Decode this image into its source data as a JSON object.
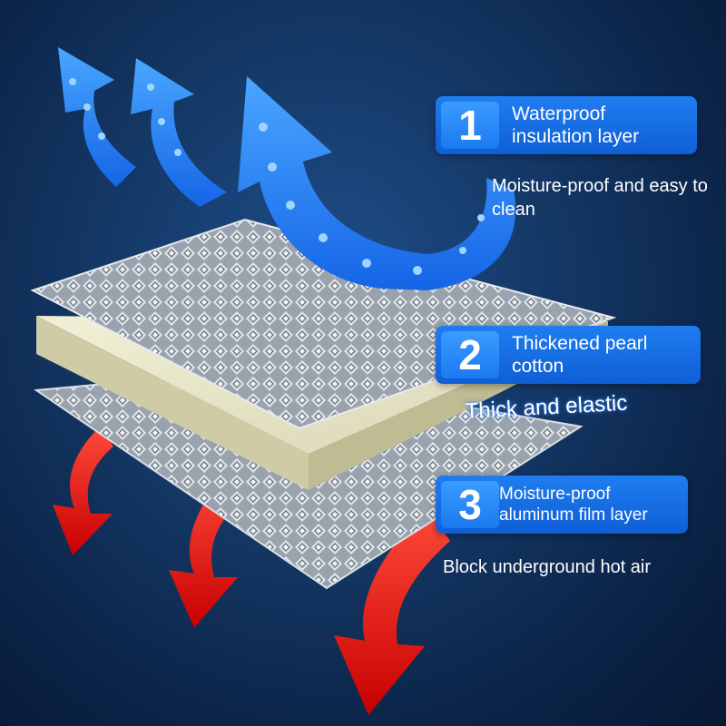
{
  "layers": [
    {
      "number": "1",
      "title": "Waterproof insulation layer",
      "detail": "Moisture-proof and easy to clean"
    },
    {
      "number": "2",
      "title": "Thickened pearl cotton",
      "detail": "Thick and elastic"
    },
    {
      "number": "3",
      "title": "Moisture-proof aluminum film layer",
      "detail": "Block underground hot air"
    }
  ],
  "colors": {
    "background": "#0b2347",
    "badge": "#1f7df0",
    "cool_arrow": "#2d8bff",
    "hot_arrow": "#e01010",
    "foil": "#b9c2cc",
    "cotton": "#e8e6c8"
  },
  "icons": [
    "cool-air-arrow-icon",
    "hot-air-arrow-icon"
  ]
}
